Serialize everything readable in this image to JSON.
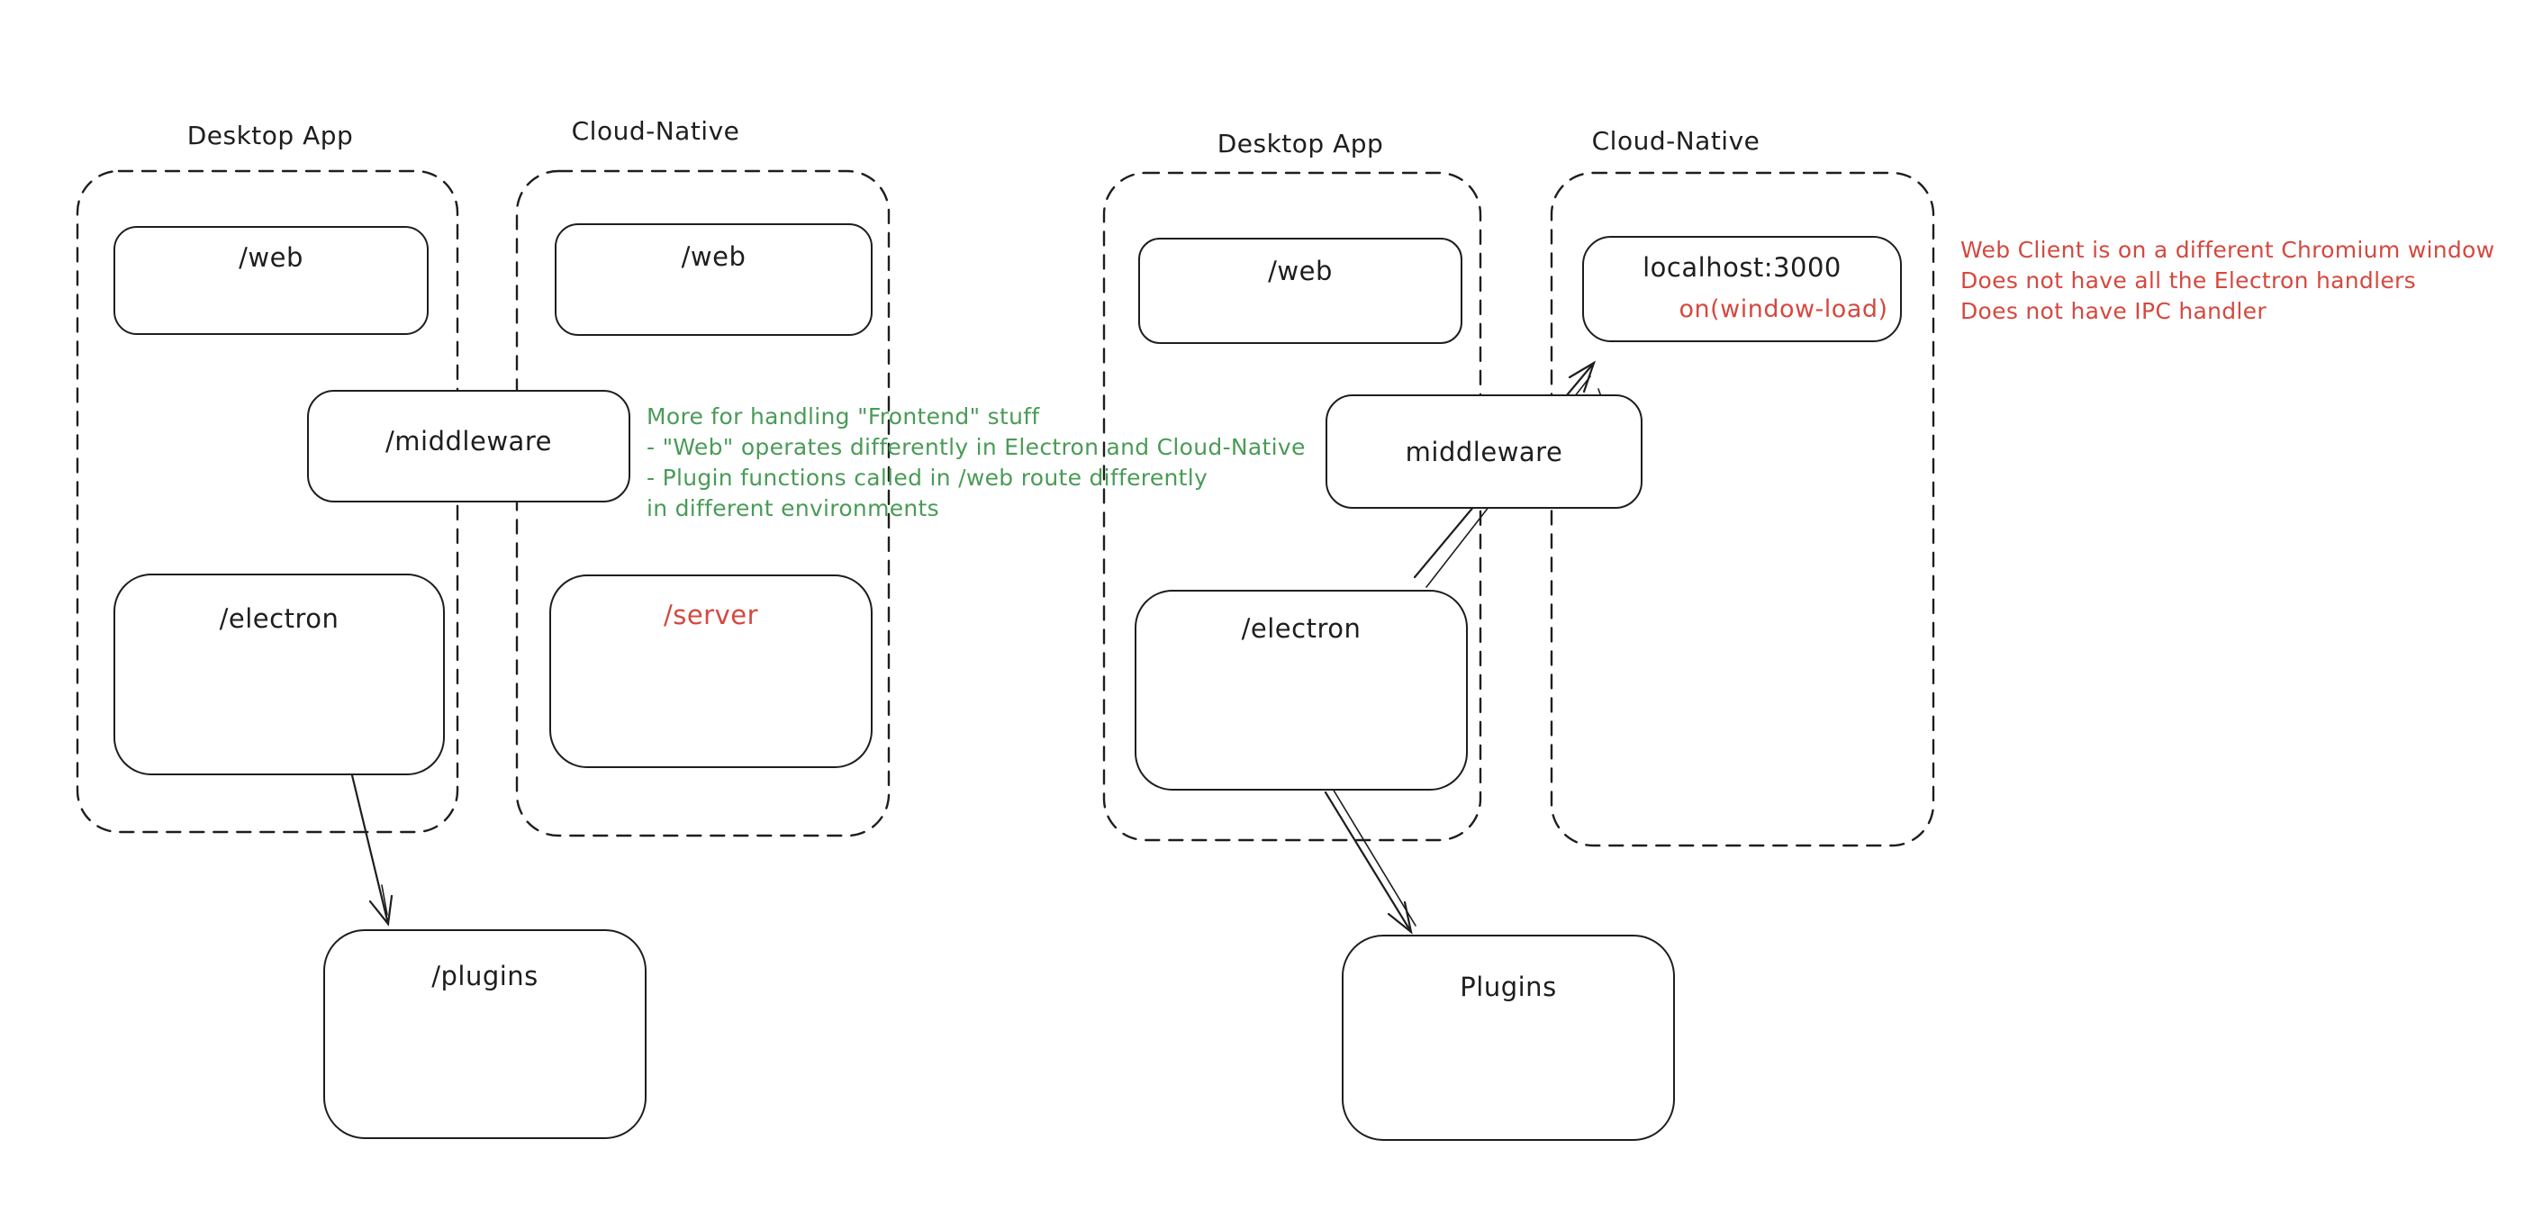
{
  "canvas": {
    "stroke_color": "#1e1e1e",
    "green_color": "#4a9b57",
    "red_color": "#d4493f",
    "background_color": "#ffffff"
  },
  "left_diagram": {
    "desktop_title": "Desktop App",
    "cloud_title": "Cloud-Native",
    "web_desktop_label": "/web",
    "web_cloud_label": "/web",
    "middleware_label": "/middleware",
    "electron_label": "/electron",
    "server_label": "/server",
    "plugins_label": "/plugins"
  },
  "right_diagram": {
    "desktop_title": "Desktop App",
    "cloud_title": "Cloud-Native",
    "web_label": "/web",
    "localhost_label": "localhost:3000",
    "window_load_label": "on(window-load)",
    "middleware_label": "middleware",
    "electron_label": "/electron",
    "plugins_label": "Plugins"
  },
  "green_note": {
    "line1": "More for handling \"Frontend\" stuff",
    "line2": "- \"Web\" operates differently in Electron and Cloud-Native",
    "line3": "- Plugin functions called in /web route differently",
    "line4": "in different environments"
  },
  "red_note": {
    "line1": "Web Client is on a different Chromium window",
    "line2": "Does not have all the Electron handlers",
    "line3": "Does not have IPC handler"
  }
}
